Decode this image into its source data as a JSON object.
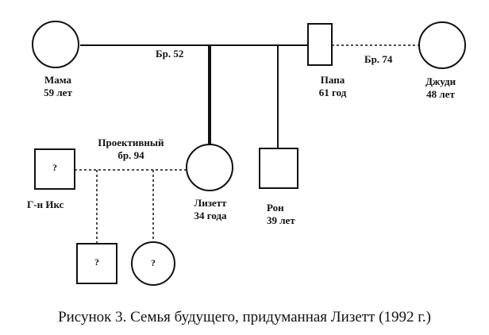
{
  "diagram": {
    "mother": {
      "name": "Мама",
      "age": "59 лет"
    },
    "father": {
      "name": "Папа",
      "age": "61 год"
    },
    "judy": {
      "name": "Джуди",
      "age": "48 лет"
    },
    "lizett": {
      "name": "Лизетт",
      "age": "34 года"
    },
    "ron": {
      "name": "Рон",
      "age": "39 лет"
    },
    "mr_x": {
      "name": "Г-н Икс",
      "mark": "?"
    },
    "child_son": {
      "mark": "?"
    },
    "child_daughter": {
      "mark": "?"
    },
    "marriage_parents": "Бр. 52",
    "marriage_father_judy": "Бр. 74",
    "projective_marriage": {
      "line1": "Проективный",
      "line2": "бр. 94"
    }
  },
  "caption": "Рисунок 3. Семья будущего, придуманная Лизетт (1992 г.)"
}
